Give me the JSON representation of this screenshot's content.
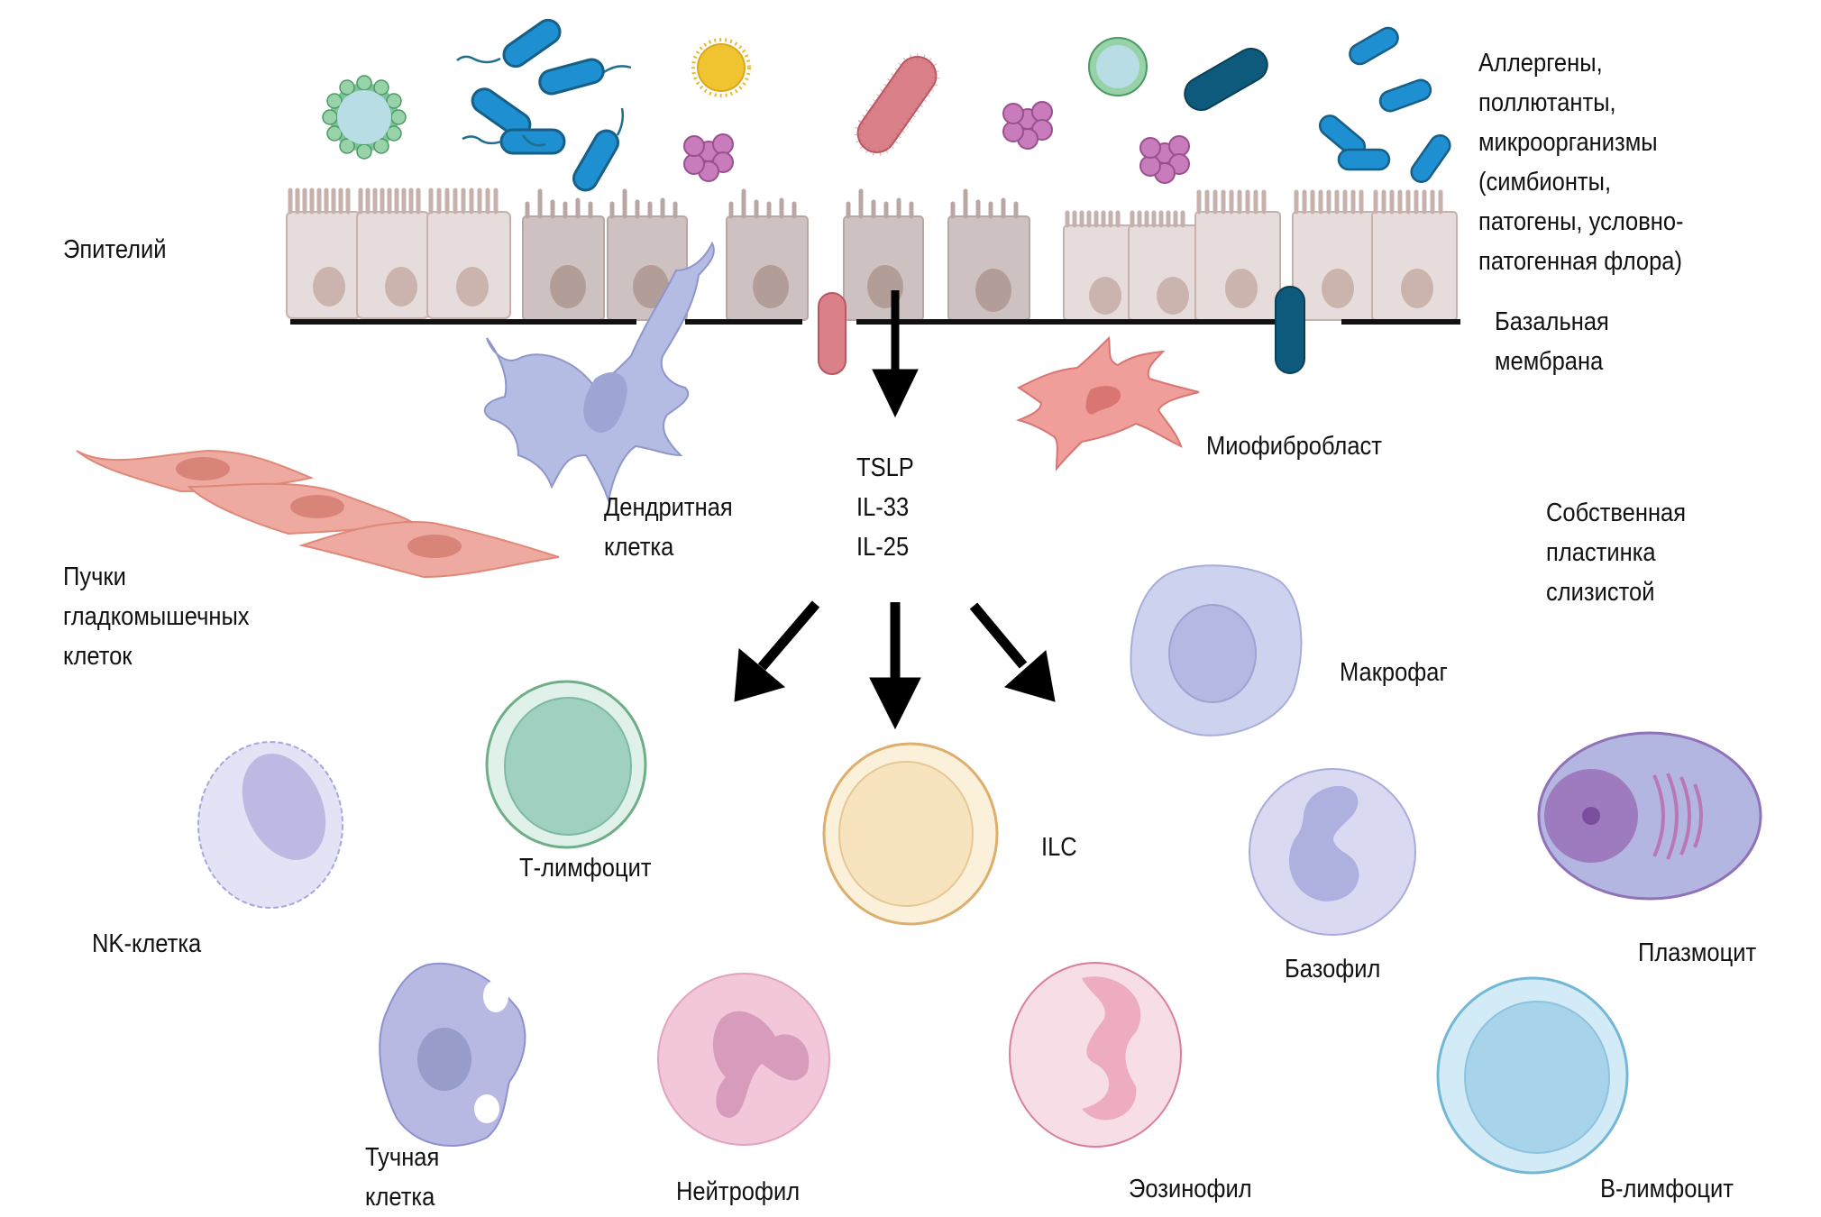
{
  "title": "Epithelial barrier and immune cells of the mucosal lamina propria",
  "labels": {
    "allergens": [
      "Аллергены,",
      "поллютанты,",
      "микроорганизмы",
      "(симбионты,",
      "патогены, условно-",
      "патогенная флора)"
    ],
    "epithelium": "Эпителий",
    "basal_membrane": [
      "Базальная",
      "мембрана"
    ],
    "dendritic_cell": [
      "Дендритная",
      "клетка"
    ],
    "myofibroblast": "Миофибробласт",
    "smooth_muscle": [
      "Пучки",
      "гладкомышечных",
      "клеток"
    ],
    "lamina_propria": [
      "Собственная",
      "пластинка",
      "слизистой"
    ],
    "cytokines": [
      "TSLP",
      "IL-33",
      "IL-25"
    ],
    "macrophage": "Макрофаг",
    "t_lymphocyte": "Т-лимфоцит",
    "ilc": "ILC",
    "nk_cell": "NK-клетка",
    "basophil": "Базофил",
    "plasmocyte": "Плазмоцит",
    "mast_cell": [
      "Тучная",
      "клетка"
    ],
    "neutrophil": "Нейтрофил",
    "eosinophil": "Эозинофил",
    "b_lymphocyte": "В-лимфоцит"
  },
  "colors": {
    "epithelium_light": "#e6dcdb",
    "epithelium_dark": "#cdc2c1",
    "nucleus": "#bba7a3",
    "membrane": "#111111",
    "bacteria_blue": "#1e8fd0",
    "bacteria_dark": "#0e5a7d",
    "bacteria_red": "#d98089",
    "pollen": "#f0c431",
    "spore_purple": "#c87cbb",
    "dendritic": "#b5bce3",
    "myofibroblast": "#ef9e9a",
    "smooth_muscle": "#eeaaa0",
    "macrophage": "#cdd3ee",
    "t_cell": "#9fd0c0",
    "ilc": "#f7e3bd",
    "nk": "#d7d5f0",
    "basophil": "#d4d5f0",
    "plasmocyte": "#b4b6e2",
    "mast": "#b7b9e3",
    "neutrophil": "#f2c7da",
    "eosinophil": "#f3c9d3",
    "b_cell": "#a7d4ea"
  }
}
